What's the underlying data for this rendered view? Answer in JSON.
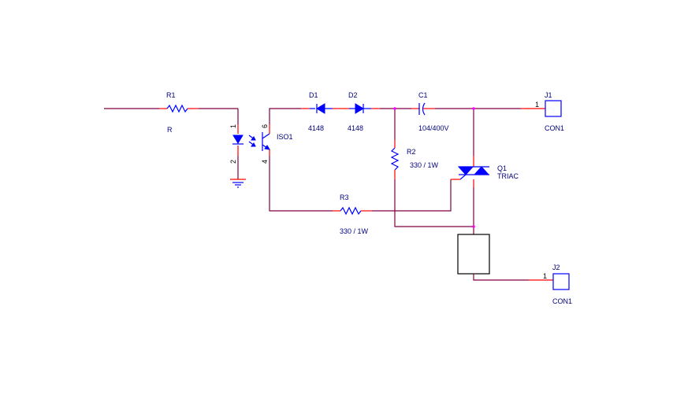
{
  "schematic": {
    "components": {
      "R1": {
        "ref": "R1",
        "value": "R"
      },
      "ISO1": {
        "ref": "ISO1",
        "pins": [
          "1",
          "2",
          "6",
          "4"
        ]
      },
      "D1": {
        "ref": "D1",
        "value": "4148"
      },
      "D2": {
        "ref": "D2",
        "value": "4148"
      },
      "C1": {
        "ref": "C1",
        "value": "104/400V"
      },
      "R2": {
        "ref": "R2",
        "value": "330 / 1W"
      },
      "R3": {
        "ref": "R3",
        "value": "330 / 1W"
      },
      "Q1": {
        "ref": "Q1",
        "value": "TRIAC"
      },
      "J1": {
        "ref": "J1",
        "value": "CON1",
        "pin": "1"
      },
      "J2": {
        "ref": "J2",
        "value": "CON1",
        "pin": "1"
      }
    },
    "colors": {
      "wire": "#800040",
      "pin": "#ff0000",
      "component": "#0000ff",
      "junction": "#ff00ff",
      "label": "#000080"
    }
  }
}
